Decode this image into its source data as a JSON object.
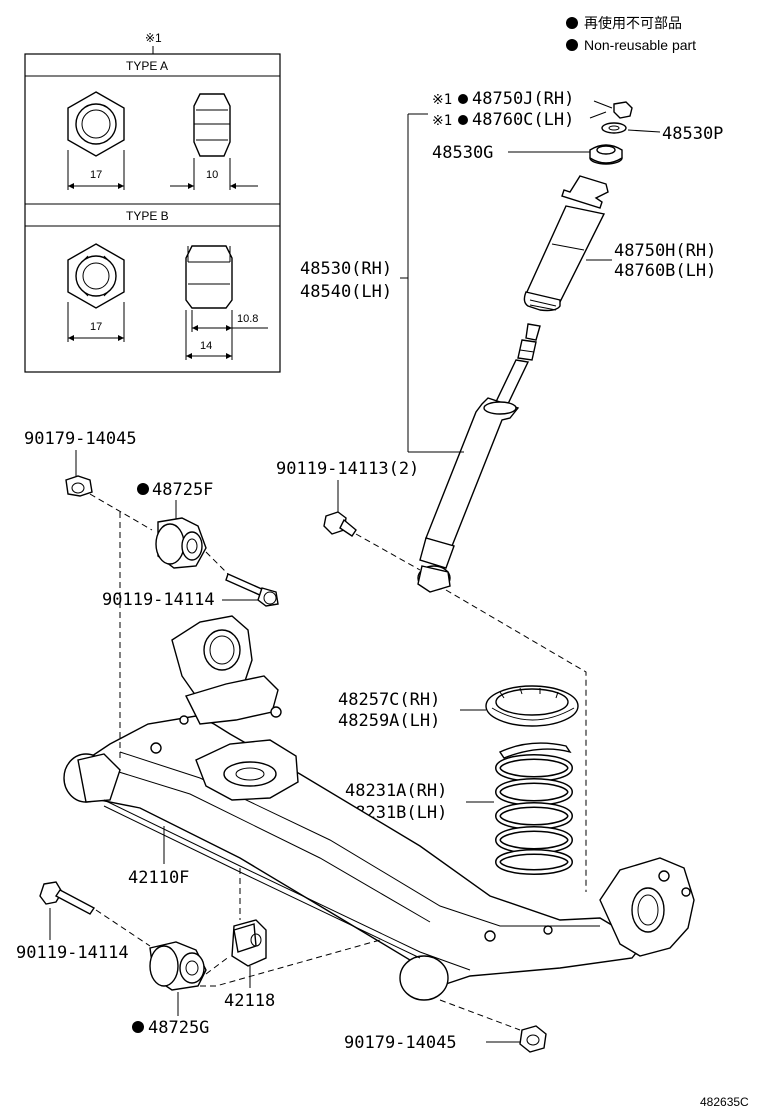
{
  "legend": {
    "line1": "再使用不可部品",
    "line2": "Non-reusable part"
  },
  "nut_box": {
    "mark": "※1",
    "type_a": "TYPE A",
    "type_b": "TYPE B",
    "a_width": "17",
    "a_height": "10",
    "b_width": "17",
    "b_dim1": "10.8",
    "b_dim2": "14"
  },
  "labels": {
    "p48750J": "48750J(RH)",
    "p48760C": "48760C(LH)",
    "p48530P": "48530P",
    "p48530G": "48530G",
    "p48750H": "48750H(RH)",
    "p48760B": "48760B(LH)",
    "p48530": "48530(RH)",
    "p48540": "48540(LH)",
    "p90179a": "90179-14045",
    "p48725F": "48725F",
    "p90119b": "90119-14113(2)",
    "p90119a": "90119-14114",
    "p48257C": "48257C(RH)",
    "p48259A": "48259A(LH)",
    "p48231A": "48231A(RH)",
    "p48231B": "48231B(LH)",
    "p42110F": "42110F",
    "p90119c": "90119-14114",
    "p42118": "42118",
    "p48725G": "48725G",
    "p90179b": "90179-14045",
    "mark_rh": "※1",
    "mark_lh": "※1"
  },
  "diagram_code": "482635C",
  "icons": [
    "non-reusable-dot-icon"
  ]
}
